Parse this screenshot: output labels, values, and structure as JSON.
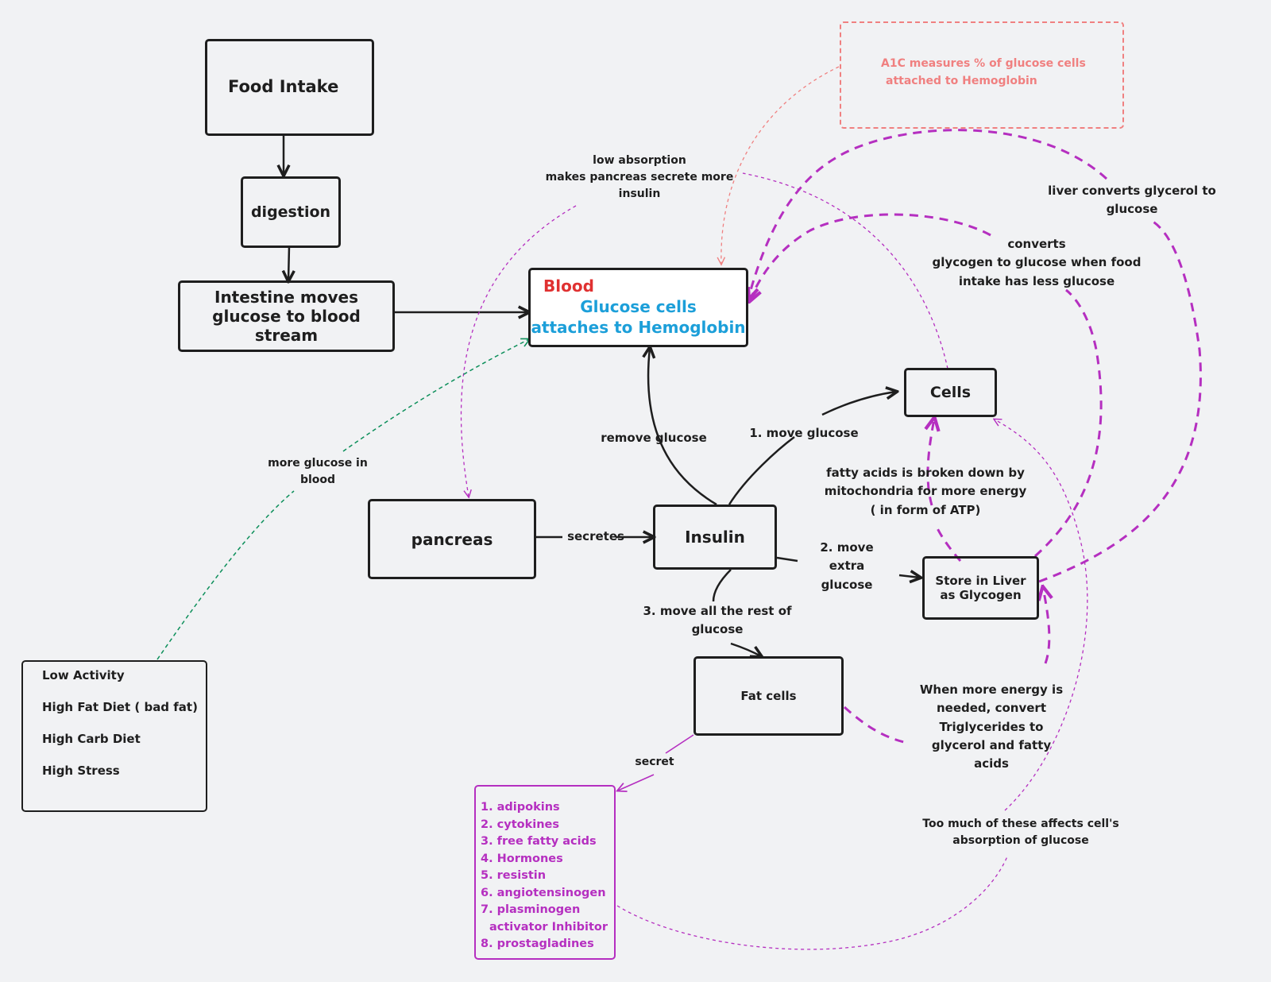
{
  "nodes": {
    "food_intake": "Food Intake",
    "digestion": "digestion",
    "intestine": [
      "Intestine moves",
      "glucose to blood stream"
    ],
    "blood_title": "Blood",
    "blood_glucose": [
      "Glucose cells",
      "attaches to Hemoglobin"
    ],
    "cells": "Cells",
    "pancreas": "pancreas",
    "insulin": "Insulin",
    "liver": [
      "Store in Liver",
      "as Glycogen"
    ],
    "fat_cells": "Fat cells",
    "a1c": [
      "A1C measures % of glucose cells",
      "attached to Hemoglobin"
    ],
    "risk_factors": [
      "Low Activity",
      "High Fat Diet ( bad fat)",
      "High Carb Diet",
      "High Stress"
    ],
    "secretions": [
      "1. adipokins",
      "2. cytokines",
      "3. free fatty acids",
      "4. Hormones",
      "5. resistin",
      "6. angiotensinogen",
      "7. plasminogen",
      "activator Inhibitor",
      "8. prostagladines"
    ]
  },
  "labels": {
    "low_absorption": [
      "low absorption",
      "makes pancreas secrete more",
      "insulin"
    ],
    "more_glucose": [
      "more glucose in",
      "blood"
    ],
    "remove_glucose": "remove glucose",
    "move_glucose": "1. move glucose",
    "secretes": "secretes",
    "move_extra": [
      "2. move",
      "extra",
      "glucose"
    ],
    "move_rest": [
      "3. move all the rest of",
      "glucose"
    ],
    "fatty_acids": [
      "fatty acids is broken down by",
      "mitochondria for more energy",
      "( in form of ATP)"
    ],
    "liver_converts": [
      "liver converts glycerol to",
      "glucose"
    ],
    "converts_glycogen": [
      "converts",
      "glycogen to glucose when food",
      "intake has less glucose"
    ],
    "more_energy": [
      "When more energy is",
      "needed, convert",
      "Triglycerides to",
      "glycerol and fatty",
      "acids"
    ],
    "secret": "secret",
    "too_much": [
      "Too much of these affects cell's",
      "absorption of glucose"
    ]
  },
  "colors": {
    "ink": "#1e1e1e",
    "red": "#e03131",
    "blue": "#1c9fd9",
    "purple": "#b52fc0",
    "green": "#0c8f5a",
    "salmon": "#f08080",
    "background": "#f1f2f4"
  }
}
